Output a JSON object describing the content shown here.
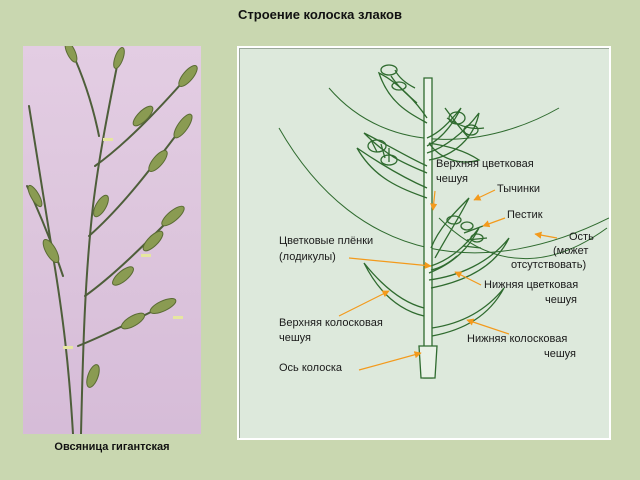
{
  "header": {
    "title": "Строение колоска злаков"
  },
  "photo": {
    "caption": "Овсяница гигантская"
  },
  "diagram": {
    "labels": {
      "upper_flower_scale_1": "Верхняя цветковая",
      "upper_flower_scale_2": "чешуя",
      "stamens": "Тычинки",
      "pistil": "Пестик",
      "awn_1": "Ость",
      "awn_2": "(может",
      "awn_3": "отсутствовать)",
      "lodicules_1": "Цветковые плёнки",
      "lodicules_2": "(лодикулы)",
      "lower_flower_scale_1": "Нижняя цветковая",
      "lower_flower_scale_2": "чешуя",
      "upper_spikelet_scale_1": "Верхняя колосковая",
      "upper_spikelet_scale_2": "чешуя",
      "lower_spikelet_scale_1": "Нижняя колосковая",
      "lower_spikelet_scale_2": "чешуя",
      "axis": "Ось колоска"
    },
    "colors": {
      "line": "#2f6b2f",
      "arrow": "#f39a1c",
      "panel": "#dde9dc"
    }
  }
}
